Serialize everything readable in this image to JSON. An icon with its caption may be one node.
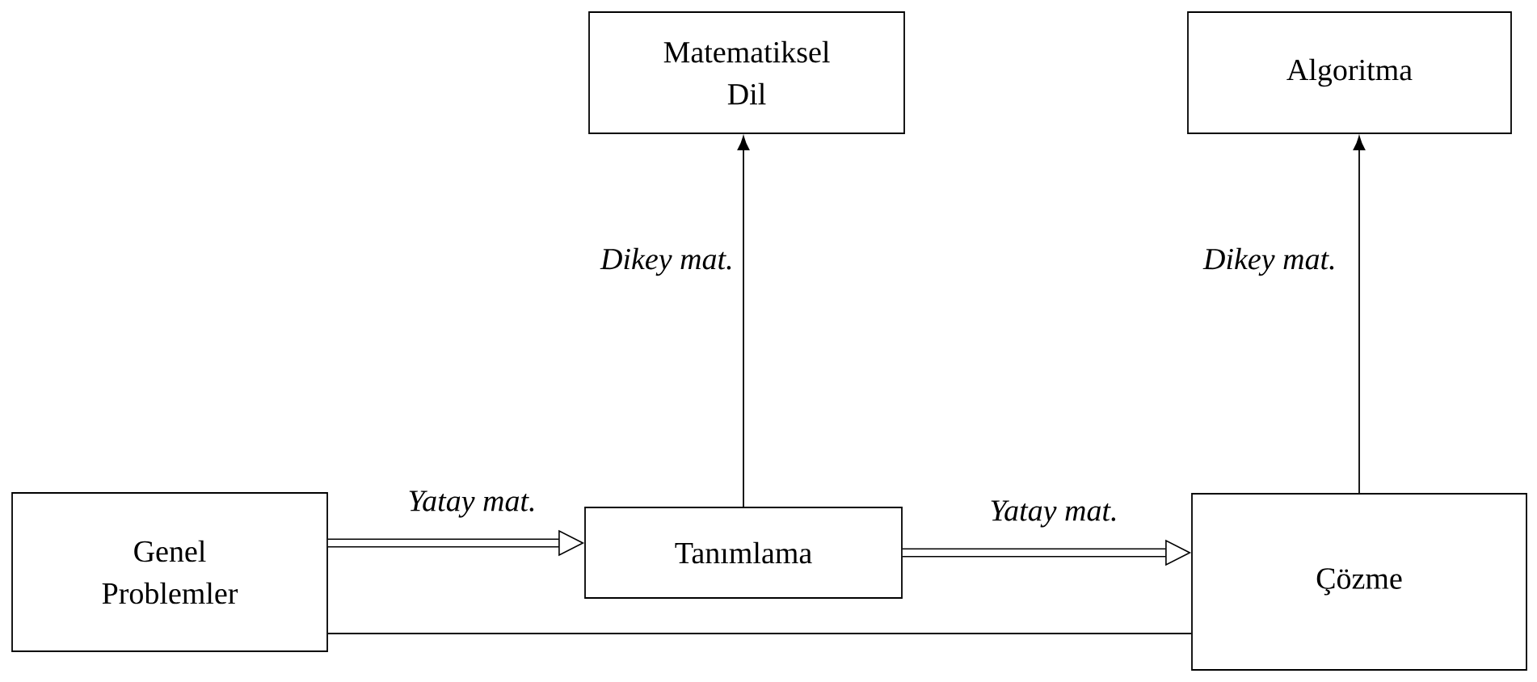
{
  "diagram": {
    "nodes": [
      {
        "text": [
          "Matematiksel Dil"
        ]
      },
      {
        "text": [
          "Algoritma"
        ]
      },
      {
        "text": [
          "Genel Problemler"
        ]
      },
      {
        "text": [
          "Tanımlama"
        ]
      },
      {
        "text": [
          "Çözme"
        ]
      }
    ],
    "edges": [
      {
        "from": 2,
        "to": 3,
        "arrow": "to",
        "label": "Yatay mat.",
        "style": "thick"
      },
      {
        "from": 3,
        "to": 4,
        "arrow": "to",
        "label": "Yatay mat.",
        "style": "thick"
      },
      {
        "from": 3,
        "to": 0,
        "arrow": "to",
        "label": "Dikey mat."
      },
      {
        "from": 4,
        "to": 1,
        "arrow": "to",
        "label": "Dikey mat."
      },
      {
        "from": 2,
        "to": 4,
        "arrow": "none"
      }
    ]
  }
}
